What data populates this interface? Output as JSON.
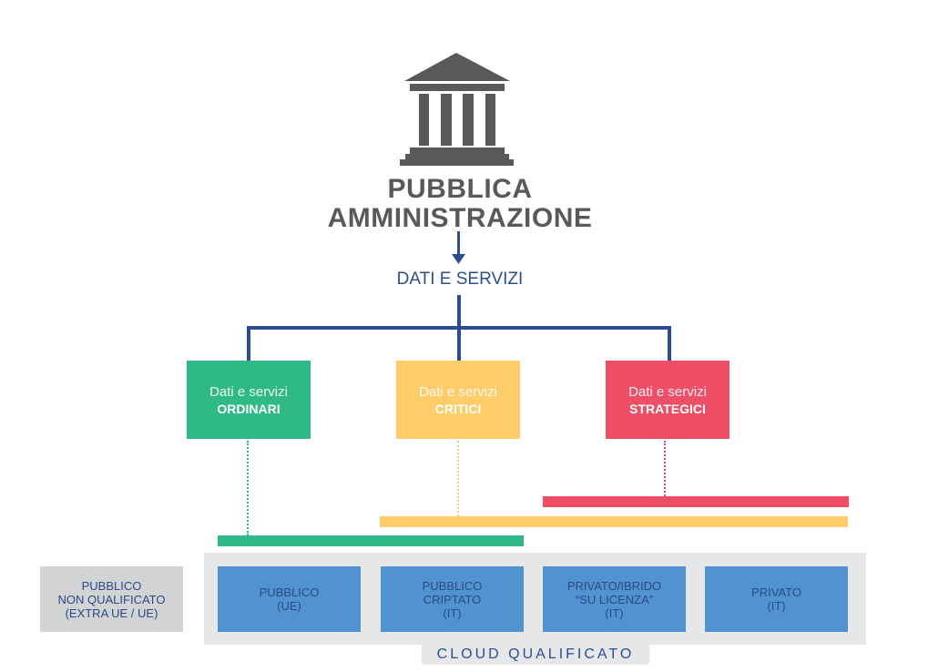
{
  "header": {
    "icon": "government-building-icon",
    "title_line1": "PUBBLICA",
    "title_line2": "AMMINISTRAZIONE",
    "subtitle": "DATI E SERVIZI"
  },
  "categories": [
    {
      "line1": "Dati e servizi",
      "line2": "ORDINARI",
      "color": "#2fb987"
    },
    {
      "line1": "Dati e servizi",
      "line2": "CRITICI",
      "color": "#fecd6a"
    },
    {
      "line1": "Dati e servizi",
      "line2": "STRATEGICI",
      "color": "#ef4e67"
    }
  ],
  "colors": {
    "connector": "#2c4d8f",
    "icon": "#58595b",
    "cloud_box": "#5093d0",
    "cloud_bg": "#e6e7e8",
    "non_qualified_bg": "#d1d3d4"
  },
  "unqualified": {
    "lines": [
      "PUBBLICO",
      "NON QUALIFICATO",
      "(EXTRA UE / UE)"
    ]
  },
  "cloud": {
    "label": "CLOUD QUALIFICATO",
    "boxes": [
      {
        "lines": [
          "PUBBLICO",
          "(UE)"
        ]
      },
      {
        "lines": [
          "PUBBLICO",
          "CRIPTATO",
          "(IT)"
        ]
      },
      {
        "lines": [
          "PRIVATO/IBRIDO",
          "“SU LICENZA”",
          "(IT)"
        ]
      },
      {
        "lines": [
          "PRIVATO",
          "(IT)"
        ]
      }
    ]
  }
}
